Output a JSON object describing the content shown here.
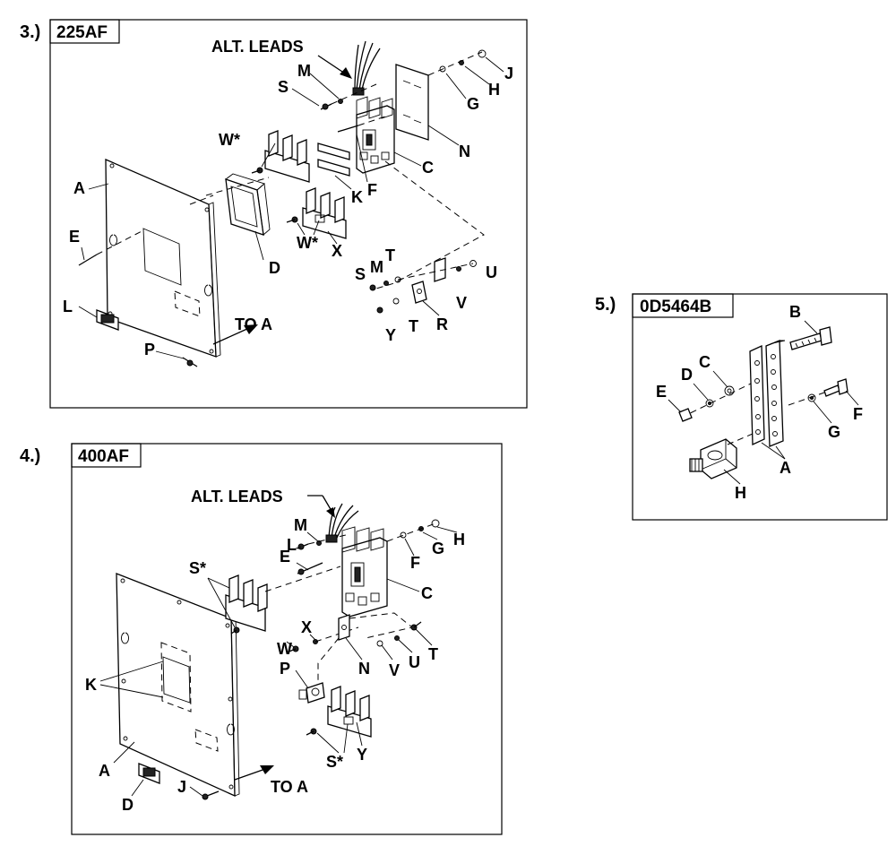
{
  "panels": {
    "p3": {
      "number": "3.)",
      "title": "225AF",
      "labels": {
        "alt_leads": "ALT. LEADS",
        "a": "A",
        "c": "C",
        "d": "D",
        "e": "E",
        "f": "F",
        "g": "G",
        "h": "H",
        "j": "J",
        "k": "K",
        "l": "L",
        "m": "M",
        "m2": "M",
        "n": "N",
        "p": "P",
        "r": "R",
        "s": "S",
        "s2": "S",
        "t": "T",
        "t2": "T",
        "u": "U",
        "v": "V",
        "w_star": "W*",
        "w_star2": "W*",
        "x": "X",
        "y": "Y",
        "to_a": "TO A"
      }
    },
    "p4": {
      "number": "4.)",
      "title": "400AF",
      "labels": {
        "alt_leads": "ALT. LEADS",
        "a": "A",
        "c": "C",
        "d": "D",
        "e": "E",
        "f": "F",
        "g": "G",
        "h": "H",
        "j": "J",
        "k": "K",
        "l": "L",
        "m": "M",
        "n": "N",
        "p": "P",
        "s_star": "S*",
        "s_star2": "S*",
        "t": "T",
        "u": "U",
        "v": "V",
        "w": "W",
        "x": "X",
        "y": "Y",
        "to_a": "TO A"
      }
    },
    "p5": {
      "number": "5.)",
      "title": "0D5464B",
      "labels": {
        "a": "A",
        "b": "B",
        "c": "C",
        "d": "D",
        "e": "E",
        "f": "F",
        "g": "G",
        "h": "H"
      }
    }
  }
}
